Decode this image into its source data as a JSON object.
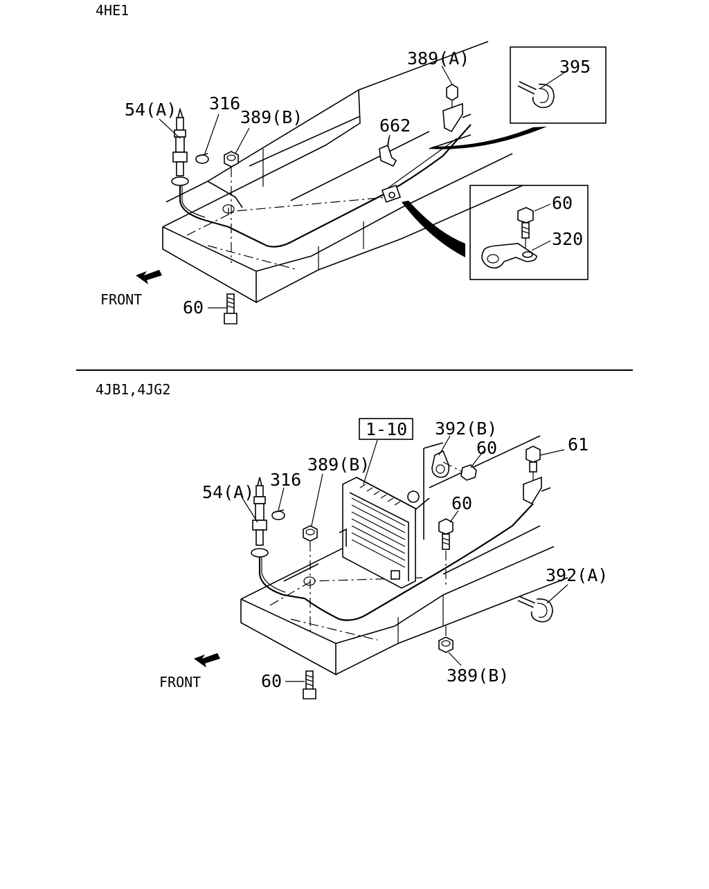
{
  "sections": [
    {
      "title": "4HE1",
      "front": "FRONT",
      "callouts": [
        "389(A)",
        "395",
        "54(A)",
        "316",
        "389(B)",
        "662",
        "60",
        "320",
        "60"
      ]
    },
    {
      "title": "4JB1,4JG2",
      "front": "FRONT",
      "ref_box": "1-10",
      "callouts": [
        "392(B)",
        "60",
        "61",
        "389(B)",
        "316",
        "54(A)",
        "60",
        "392(A)",
        "389(B)",
        "60"
      ]
    }
  ]
}
